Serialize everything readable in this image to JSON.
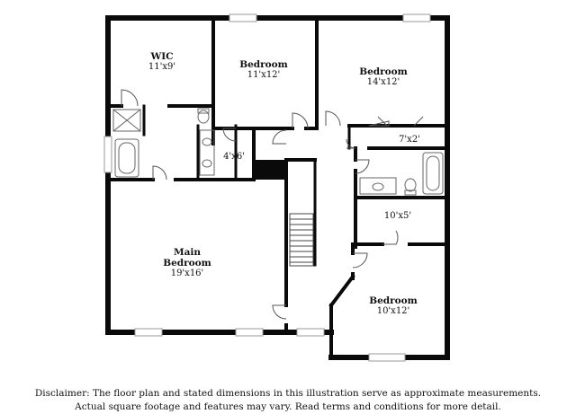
{
  "rooms": {
    "wic": {
      "name": "WIC",
      "dim": "11'x9'"
    },
    "bedroom_top_middle": {
      "name": "Bedroom",
      "dim": "11'x12'"
    },
    "bedroom_top_right": {
      "name": "Bedroom",
      "dim": "14'x12'"
    },
    "closet_top_right": {
      "dim": "7'x2'"
    },
    "bath_small": {
      "dim": "4'x6'"
    },
    "closet_right": {
      "dim": "10'x5'"
    },
    "main_bedroom": {
      "name_line1": "Main",
      "name_line2": "Bedroom",
      "dim": "19'x16'"
    },
    "bedroom_bottom_right": {
      "name": "Bedroom",
      "dim": "10'x12'"
    }
  },
  "disclaimer": {
    "line1": "Disclaimer: The floor plan and stated dimensions in this illustration serve as approximate measurements.",
    "line2": "Actual square footage and features may vary. Read terms and conditions for more detail."
  },
  "colors": {
    "wall": "#0a0a0a",
    "fixture": "#666666",
    "window": "#bbbbbb"
  }
}
